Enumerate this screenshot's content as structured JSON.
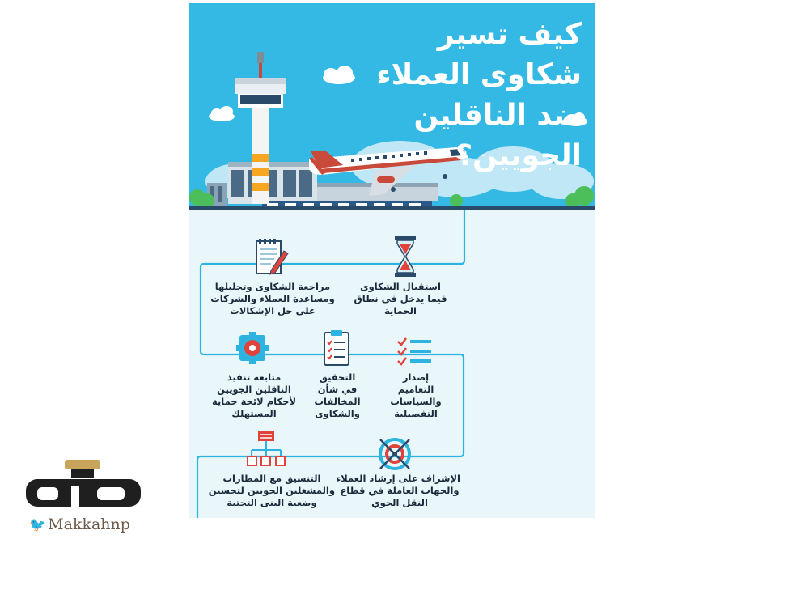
{
  "title_lines": [
    "كيف تسير",
    "شكاوى العملاء",
    "ضد الناقلين",
    "الجويين؟"
  ],
  "steps": {
    "receive": [
      "استقبال الشكاوى",
      "فيما يدخل في نطاق",
      "الحماية"
    ],
    "review": [
      "مراجعة الشكاوى وتحليلها",
      "ومساعدة العملاء والشركات",
      "على حل الإشكالات"
    ],
    "issue": [
      "إصدار",
      "التعاميم",
      "والسياسات",
      "التفصيلية"
    ],
    "verify": [
      "التحقيق",
      "في شأن",
      "المخالفات",
      "والشكاوى"
    ],
    "followup": [
      "متابعة تنفيذ",
      "الناقلين الجويين",
      "لأحكام لائحة حماية",
      "المستهلك"
    ],
    "supervise": [
      "الإشراف على إرشاد العملاء",
      "والجهات العاملة في قطاع",
      "النقل الجوي"
    ],
    "coordinate": [
      "التنسيق مع المطارات",
      "والمشغلين الجويين لتحسين",
      "وضعية البنى التحتية"
    ]
  },
  "logo": {
    "name": "مكة",
    "handle": "Makkahnp",
    "icon": "twitter-bird-icon"
  },
  "colors": {
    "sky": "#33b9e4",
    "background": "#e9f7fb",
    "flow_line": "#2db3df",
    "accent_red": "#e0433b"
  }
}
